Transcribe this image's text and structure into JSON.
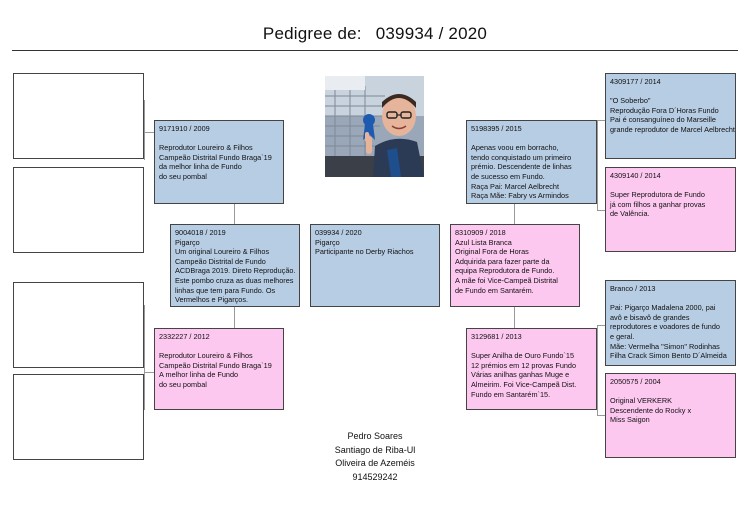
{
  "header": {
    "label": "Pedigree de:",
    "number": "039934 / 2020"
  },
  "subject": {
    "id": "039934 / 2020",
    "lines": [
      "Pigarço",
      "Participante no Derby Riachos"
    ]
  },
  "sire": {
    "id": "9004018 / 2019",
    "lines": [
      "Pigarço",
      "Um original Loureiro & Filhos",
      "Campeão Distrital de Fundo",
      "ACDBraga 2019. Direto Reprodução.",
      "Este pombo cruza as duas melhores",
      "linhas que tem para Fundo. Os",
      "Vermelhos e Pigarços."
    ]
  },
  "dam": {
    "id": "8310909 / 2018",
    "lines": [
      "Azul Lista Branca",
      "Original Fora de Horas",
      "Adquirida para fazer parte da",
      "equipa Reprodutora de Fundo.",
      "A mãe foi Vice-Campeã Distrital",
      "de Fundo em Santarém."
    ]
  },
  "sire_sire": {
    "id": "9171910 / 2009",
    "lines": [
      "",
      "Reprodutor Loureiro & Filhos",
      "Campeão Distrital Fundo Braga`19",
      "da melhor linha de Fundo",
      "do seu pombal"
    ]
  },
  "sire_dam": {
    "id": "2332227 / 2012",
    "lines": [
      "",
      "Reprodutor Loureiro & Filhos",
      "Campeão Distrital Fundo Braga`19",
      "A melhor linha de Fundo",
      "do seu pombal"
    ]
  },
  "dam_sire": {
    "id": "5198395 / 2015",
    "lines": [
      "",
      "Apenas voou em borracho,",
      "tendo conquistado um primeiro",
      "prémio. Descendente de linhas",
      "de sucesso em Fundo.",
      "Raça Pai: Marcel Aelbrecht",
      "Raça Mãe: Fabry vs Armindos"
    ]
  },
  "dam_dam": {
    "id": "3129681 / 2013",
    "lines": [
      "",
      "Super Anilha de Ouro Fundo`15",
      "12 prémios em 12 provas Fundo",
      "Várias anilhas ganhas Muge e",
      "Almeirim. Foi Vice-Campeã Dist.",
      "Fundo em Santarém`15."
    ]
  },
  "gg_ds_sire": {
    "id": "4309177 / 2014",
    "lines": [
      "",
      "\"O Soberbo\"",
      "Reprodução Fora D´Horas Fundo",
      "Pai é consanguíneo do Marseille",
      "grande reprodutor de Marcel Aelbrecht"
    ]
  },
  "gg_ds_dam": {
    "id": "4309140 / 2014",
    "lines": [
      "",
      "Super Reprodutora de Fundo",
      "já com filhos a ganhar provas",
      "de Valência."
    ]
  },
  "gg_dd_sire": {
    "id": "Branco / 2013",
    "lines": [
      "",
      "Pai: Pigarço Madalena 2000, pai",
      "avô e bisavô de grandes",
      "reprodutores e voadores de fundo",
      "e geral.",
      "Mãe: Vermelha \"Simon\" Rodinhas",
      "Filha Crack Simon Bento D´Almeida"
    ]
  },
  "gg_dd_dam": {
    "id": "2050575 / 2004",
    "lines": [
      "",
      "Original VERKERK",
      "Descendente do Rocky x",
      "Miss Saigon"
    ]
  },
  "footer": {
    "name": "Pedro Soares",
    "place": "Santiago de Riba-Ul",
    "town": "Oliveira de Azeméis",
    "phone": "914529242"
  },
  "colors": {
    "male": "#b7cde4",
    "female": "#fdc8ef"
  }
}
